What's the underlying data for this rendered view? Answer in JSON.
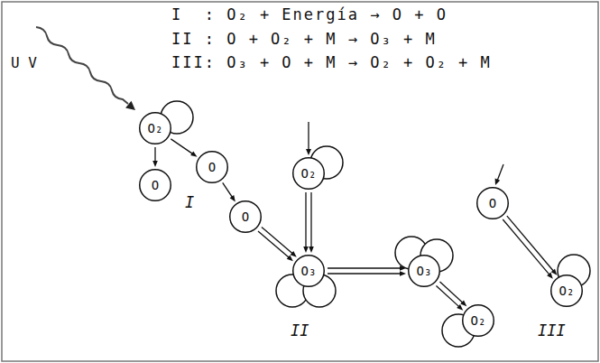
{
  "diagram": {
    "nodes": [
      {
        "text": [
          "O₂"
        ]
      },
      {
        "text": [
          "O"
        ]
      },
      {
        "text": [
          "O"
        ]
      },
      {
        "text": [
          "O"
        ]
      },
      {
        "text": [
          "O₂"
        ]
      },
      {
        "text": [
          "O₃"
        ]
      },
      {
        "text": [
          "O₃"
        ]
      },
      {
        "text": [
          "O"
        ]
      },
      {
        "text": [
          "O₂"
        ]
      },
      {
        "text": [
          "O₂"
        ]
      }
    ],
    "edges": [
      {
        "from": 0,
        "to": 1,
        "arrow": "to"
      },
      {
        "from": 0,
        "to": 2,
        "arrow": "to"
      },
      {
        "from": 2,
        "to": 3,
        "arrow": "to"
      },
      {
        "from": 3,
        "to": 5,
        "arrow": "to"
      },
      {
        "from": 4,
        "to": 5,
        "arrow": "to"
      },
      {
        "from": 5,
        "to": 6,
        "arrow": "to"
      },
      {
        "from": 6,
        "to": 8,
        "arrow": "to"
      },
      {
        "from": 7,
        "to": 9,
        "arrow": "to"
      }
    ],
    "labels": [
      "I  : O₂ + Energía → O + O",
      "II : O + O₂ + M → O₃ + M",
      "III: O₃ + O + M → O₂ + O₂ + M",
      "U V",
      "I",
      "II",
      "III"
    ]
  }
}
